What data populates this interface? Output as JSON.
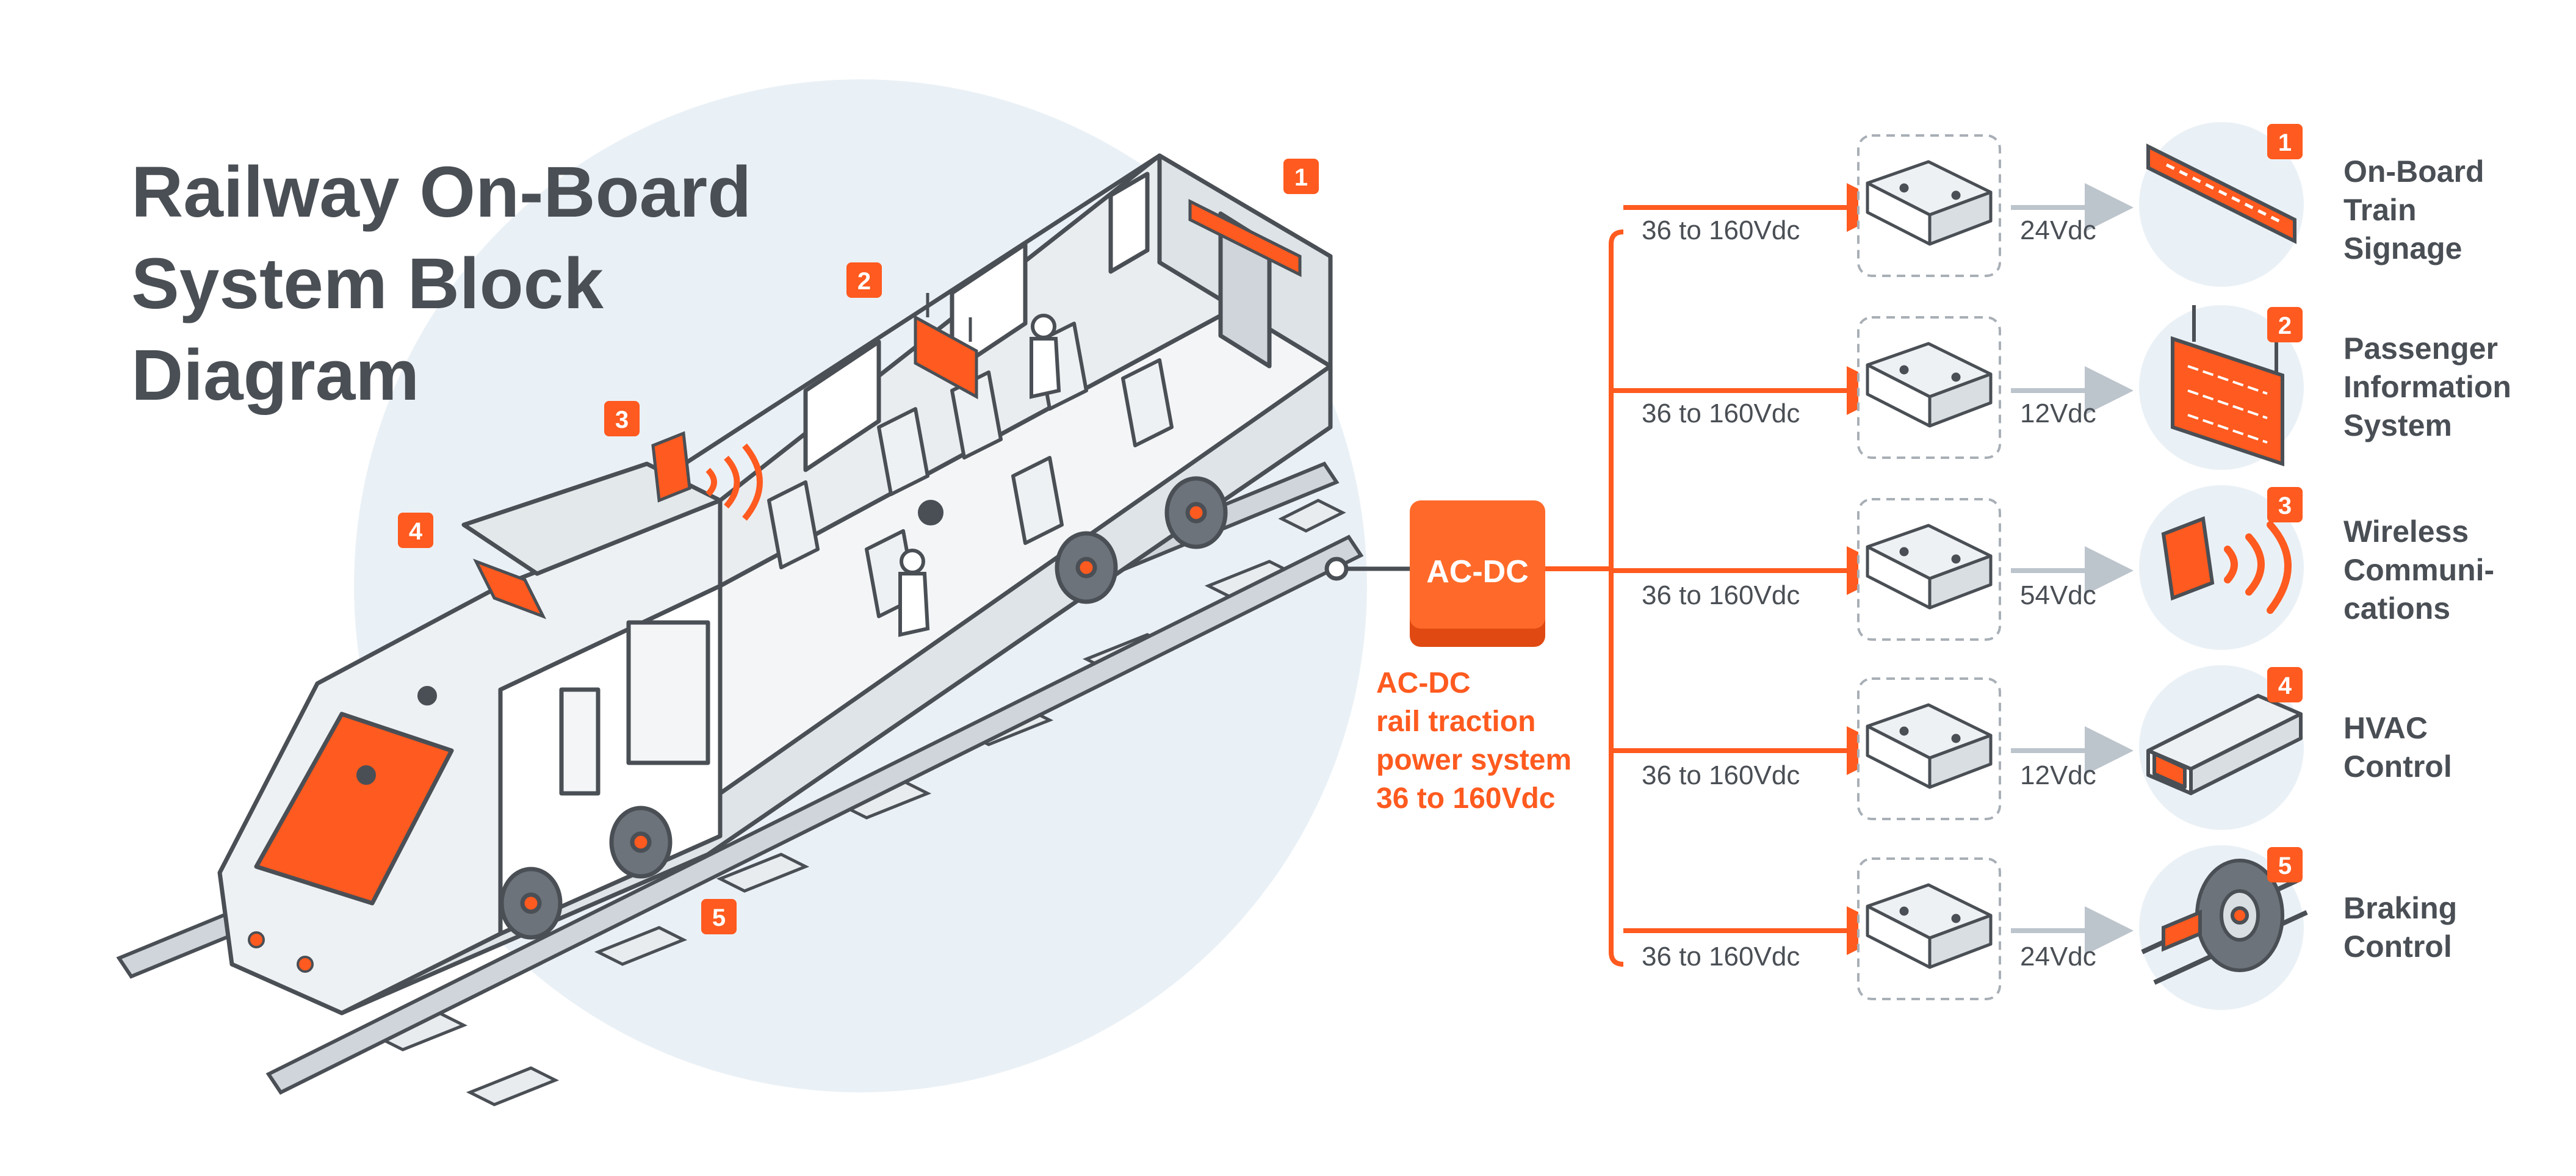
{
  "title": [
    "Railway On-Board",
    "System Block",
    "Diagram"
  ],
  "source": {
    "box_label": "AC-DC",
    "caption": [
      "AC-DC",
      "rail traction",
      "power system",
      "36 to 160Vdc"
    ]
  },
  "channels": [
    {
      "badge": "1",
      "input": "36 to 160Vdc",
      "output": "24Vdc",
      "load": [
        "On-Board",
        "Train",
        "Signage"
      ],
      "icon": "signage-icon"
    },
    {
      "badge": "2",
      "input": "36 to 160Vdc",
      "output": "12Vdc",
      "load": [
        "Passenger",
        "Information",
        "System"
      ],
      "icon": "passenger-info-display-icon"
    },
    {
      "badge": "3",
      "input": "36 to 160Vdc",
      "output": "54Vdc",
      "load": [
        "Wireless",
        "Communi-",
        "cations"
      ],
      "icon": "wireless-antenna-icon"
    },
    {
      "badge": "4",
      "input": "36 to 160Vdc",
      "output": "12Vdc",
      "load": [
        "HVAC",
        "Control"
      ],
      "icon": "hvac-unit-icon"
    },
    {
      "badge": "5",
      "input": "36 to 160Vdc",
      "output": "24Vdc",
      "load": [
        "Braking",
        "Control"
      ],
      "icon": "brake-wheel-icon"
    }
  ],
  "train_badges": [
    "1",
    "2",
    "3",
    "4",
    "5"
  ],
  "colors": {
    "accent": "#ff5a1f",
    "text": "#4a4f55",
    "circle_bg": "#eaf1f6",
    "arrow_grey": "#bcc4cc"
  }
}
